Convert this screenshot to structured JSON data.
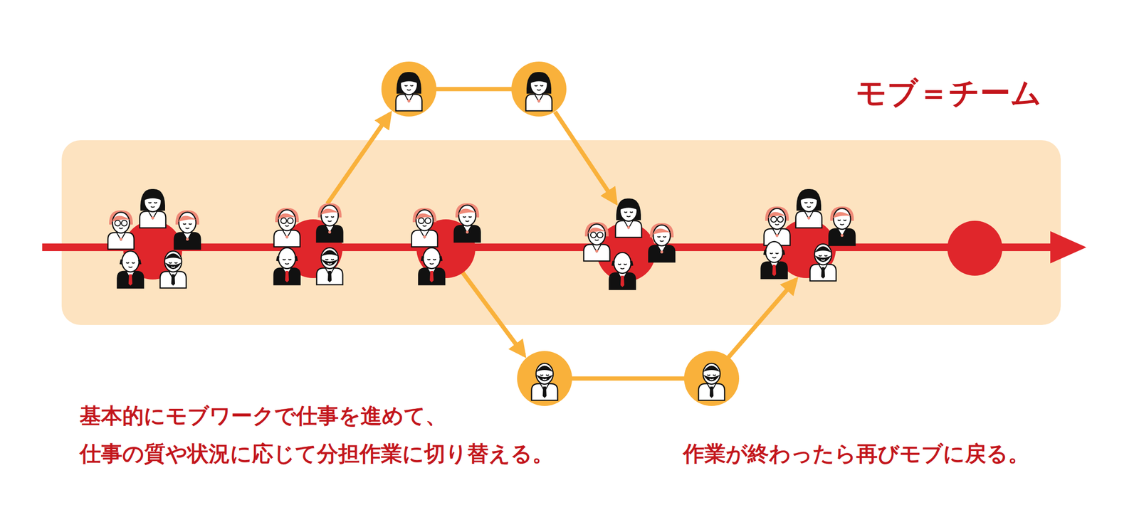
{
  "diagram": {
    "title": "モブ＝チーム",
    "labels": [
      "基本的にモブワークで仕事を進めて、 仕事の質や状況に応じて分担作業に切り替える。",
      "作業が終わったら再びモブに戻る。"
    ]
  }
}
